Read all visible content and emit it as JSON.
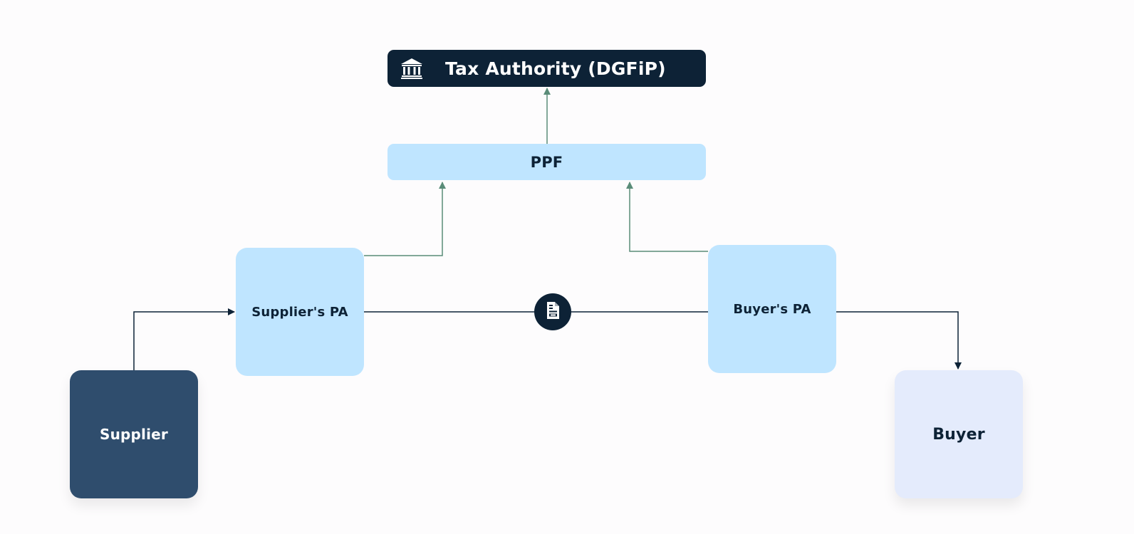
{
  "diagram": {
    "tax_authority": {
      "label": "Tax Authority (DGFiP)",
      "icon": "bank-icon"
    },
    "ppf": {
      "label": "PPF"
    },
    "supplier_pa": {
      "label": "Supplier's PA"
    },
    "buyer_pa": {
      "label": "Buyer's PA"
    },
    "supplier": {
      "label": "Supplier"
    },
    "buyer": {
      "label": "Buyer"
    },
    "document_icon": "document-icon",
    "colors": {
      "dark_navy": "#0d2236",
      "light_blue": "#bfe5ff",
      "supplier_blue": "#2f4d6d",
      "buyer_lavender": "#e4ebfc",
      "reporting_arrow_green": "#5a8c78"
    }
  }
}
